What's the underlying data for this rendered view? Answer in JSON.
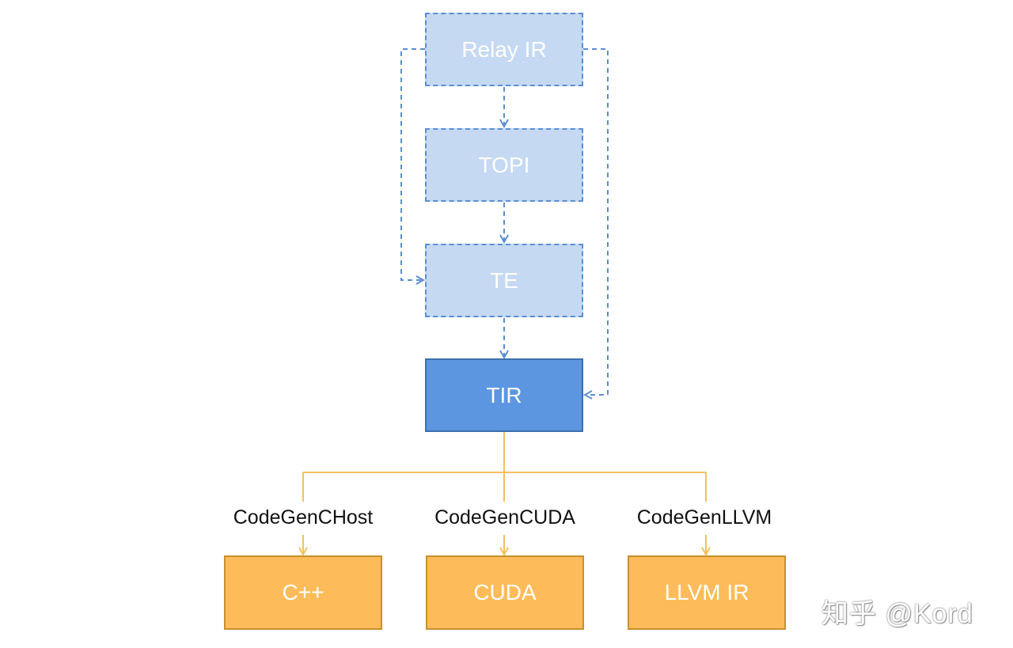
{
  "nodes": {
    "relay_ir": "Relay IR",
    "topi": "TOPI",
    "te": "TE",
    "tir": "TIR",
    "cpp": "C++",
    "cuda": "CUDA",
    "llvm_ir": "LLVM IR"
  },
  "edge_labels": {
    "chost": "CodeGenCHost",
    "cuda": "CodeGenCUDA",
    "llvm": "CodeGenLLVM"
  },
  "watermark": "知乎 @Kord",
  "colors": {
    "dashed_fill": "#c5d9f3",
    "dashed_stroke": "#5b8fd1",
    "tir_fill": "#5c96e0",
    "orange_fill": "#fdbc59",
    "orange_line": "#f5c05a"
  }
}
